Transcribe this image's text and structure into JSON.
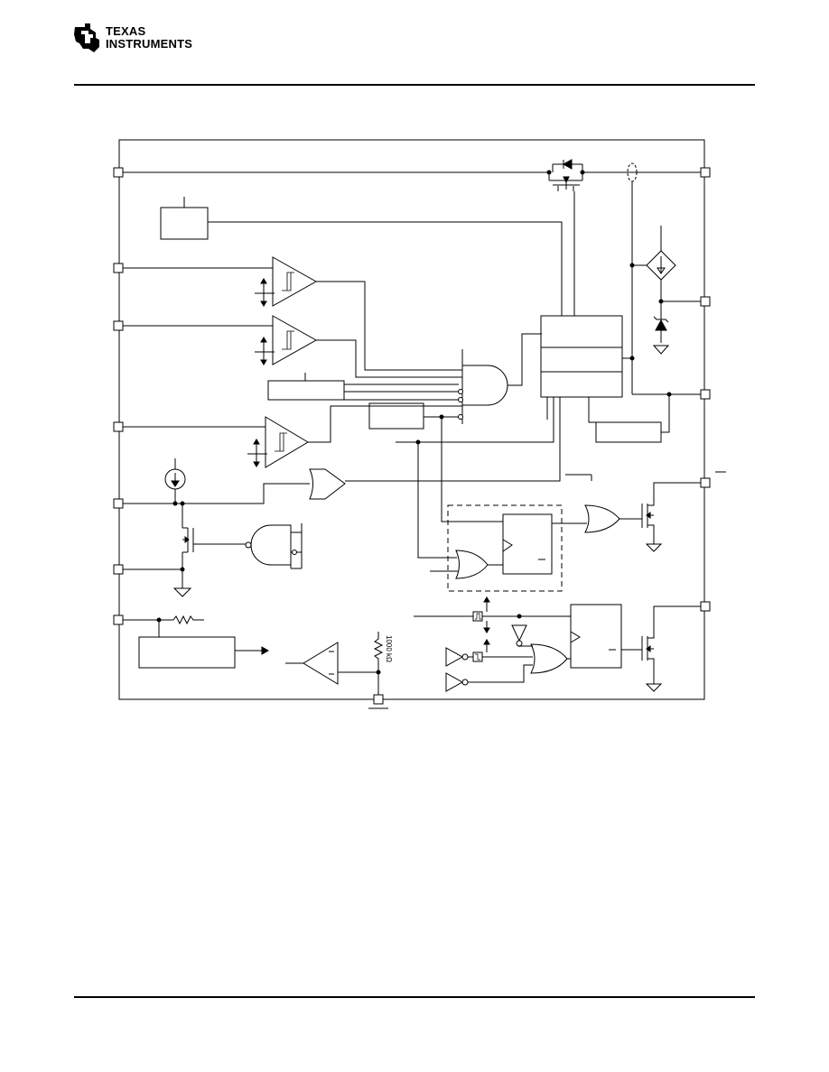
{
  "header": {
    "logo_line1": "TEXAS",
    "logo_line2": "INSTRUMENTS",
    "logo_icon": "ti-state-logo-icon"
  },
  "diagram": {
    "resistor_label": "1000 kΩ"
  }
}
